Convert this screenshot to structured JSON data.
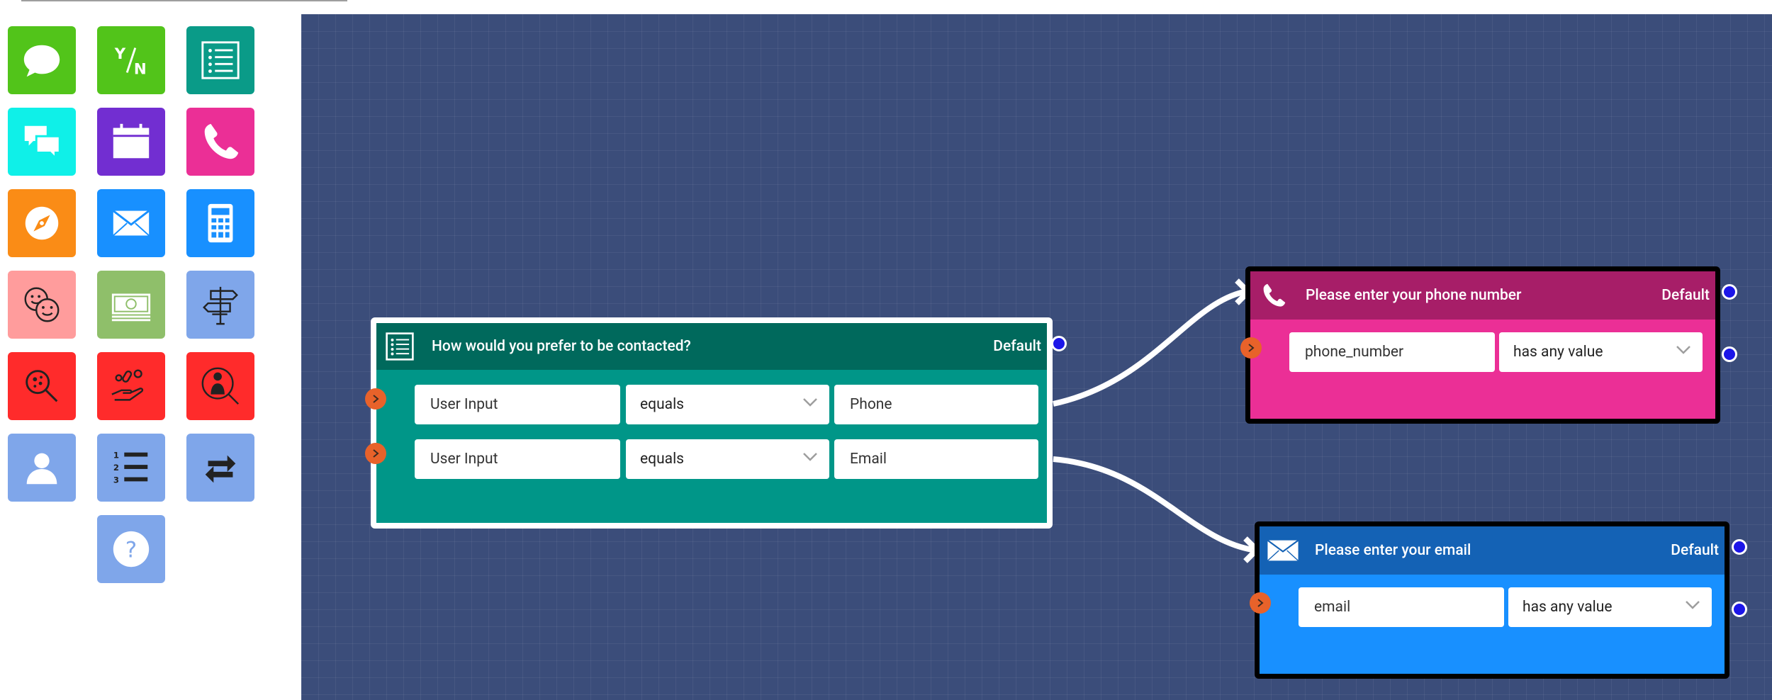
{
  "palette": {
    "tiles": [
      {
        "name": "chat-bubble-icon",
        "color": "#52c41a"
      },
      {
        "name": "yes-no-icon",
        "color": "#52c41a",
        "label": "Y/N"
      },
      {
        "name": "list-icon",
        "color": "#0a9b88"
      },
      {
        "name": "multi-chat-icon",
        "color": "#0ff0e8"
      },
      {
        "name": "calendar-icon",
        "color": "#722ed1"
      },
      {
        "name": "phone-icon",
        "color": "#eb2f96"
      },
      {
        "name": "compass-icon",
        "color": "#fa8c16"
      },
      {
        "name": "email-icon",
        "color": "#1890ff"
      },
      {
        "name": "calculator-icon",
        "color": "#1890ff"
      },
      {
        "name": "rating-faces-icon",
        "color": "#ff9c9c"
      },
      {
        "name": "money-icon",
        "color": "#8fbf6a"
      },
      {
        "name": "signpost-icon",
        "color": "#7fa6ea"
      },
      {
        "name": "virus-search-icon",
        "color": "#ff2b2b"
      },
      {
        "name": "pills-hand-icon",
        "color": "#ff2b2b"
      },
      {
        "name": "person-search-icon",
        "color": "#ff2b2b"
      },
      {
        "name": "user-icon",
        "color": "#7fa6ea"
      },
      {
        "name": "numbered-list-icon",
        "color": "#7fa6ea"
      },
      {
        "name": "swap-icon",
        "color": "#7fa6ea"
      },
      {
        "name": "help-icon",
        "color": "#7fa6ea",
        "label": "?"
      }
    ]
  },
  "colors": {
    "canvas_bg": "#3b4d7a",
    "list_node_body": "#009688",
    "list_node_header": "#00695c",
    "phone_node_body": "#eb2f96",
    "phone_node_header": "#a71e68",
    "email_node_body": "#1890ff",
    "email_node_header": "#1462b5",
    "port_out": "#1c16e8",
    "port_in": "#e8622a"
  },
  "nodes": {
    "contact": {
      "title": "How would you prefer to be contacted?",
      "default_label": "Default",
      "rules": [
        {
          "variable": "User Input",
          "operator": "equals",
          "value": "Phone"
        },
        {
          "variable": "User Input",
          "operator": "equals",
          "value": "Email"
        }
      ]
    },
    "phone": {
      "title": "Please enter your phone number",
      "default_label": "Default",
      "rule": {
        "variable": "phone_number",
        "operator": "has any value"
      }
    },
    "email": {
      "title": "Please enter your email",
      "default_label": "Default",
      "rule": {
        "variable": "email",
        "operator": "has any value"
      }
    }
  }
}
